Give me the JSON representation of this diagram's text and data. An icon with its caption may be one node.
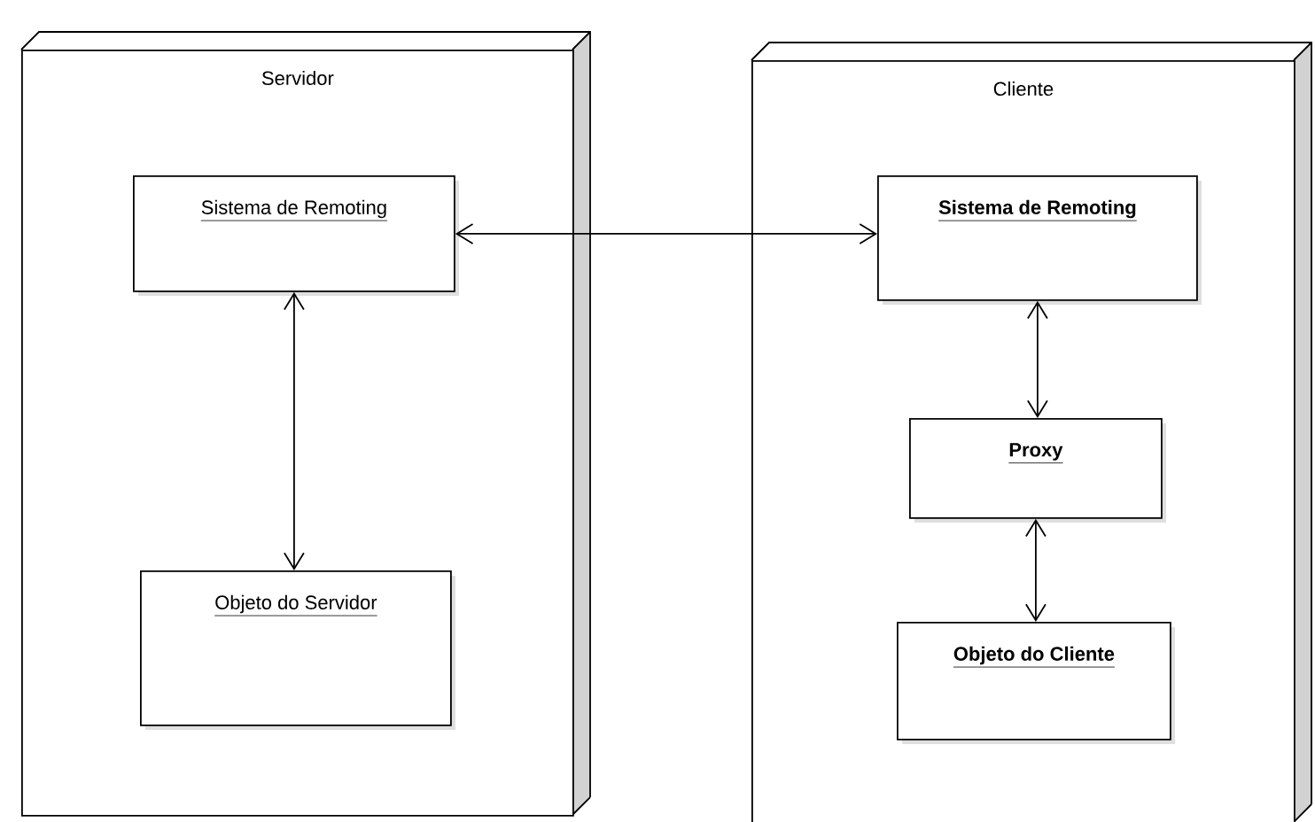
{
  "diagram": {
    "nodes": [
      {
        "text": [
          "Servidor"
        ]
      },
      {
        "text": [
          "Sistema de Remoting"
        ],
        "in": 0
      },
      {
        "text": [
          "Objeto do Servidor"
        ],
        "in": 0
      },
      {
        "text": [
          "Cliente"
        ]
      },
      {
        "text": [
          "Sistema de Remoting"
        ],
        "in": 3
      },
      {
        "text": [
          "Proxy"
        ],
        "in": 3
      },
      {
        "text": [
          "Objeto do Cliente"
        ],
        "in": 3
      }
    ],
    "edges": [
      {
        "from": 1,
        "to": 4,
        "arrow": "both"
      },
      {
        "from": 1,
        "to": 2,
        "arrow": "both"
      },
      {
        "from": 4,
        "to": 5,
        "arrow": "both"
      },
      {
        "from": 5,
        "to": 6,
        "arrow": "both"
      }
    ]
  }
}
